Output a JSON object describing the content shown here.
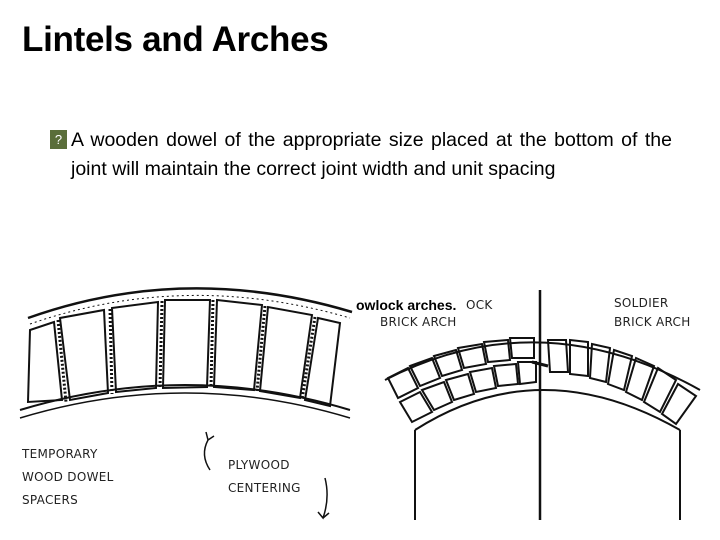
{
  "slide": {
    "title": "Lintels and Arches",
    "bullet_icon": "bullet-icon",
    "bullet_text": "A wooden dowel of the appropriate size placed at the bottom of the joint will maintain the correct joint width and unit spacing"
  },
  "figure_left": {
    "label_spacers": [
      "TEMPORARY",
      "WOOD DOWEL",
      "SPACERS"
    ],
    "label_centering": [
      "PLYWOOD",
      "CENTERING"
    ]
  },
  "figure_right": {
    "overlay_caption": "owlock arches.",
    "label_rowlock_tail": "OCK",
    "label_rowlock": "BRICK ARCH",
    "label_soldier": [
      "SOLDIER",
      "BRICK ARCH"
    ]
  }
}
